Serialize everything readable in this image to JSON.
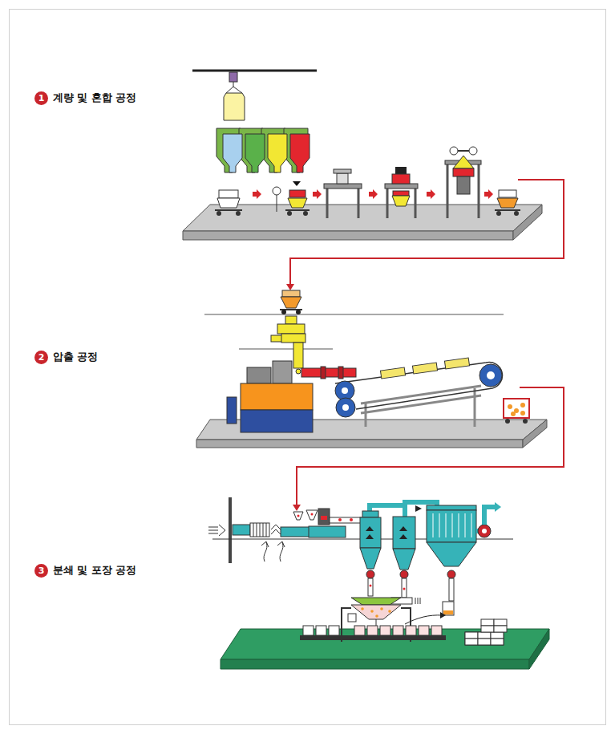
{
  "diagram": {
    "nodes": [
      {
        "text": [
          "1",
          "계량 및 혼합 공정"
        ]
      },
      {
        "text": [
          "2",
          "압출 공정"
        ]
      },
      {
        "text": [
          "3",
          "분쇄 및 포장 공정"
        ]
      }
    ]
  }
}
